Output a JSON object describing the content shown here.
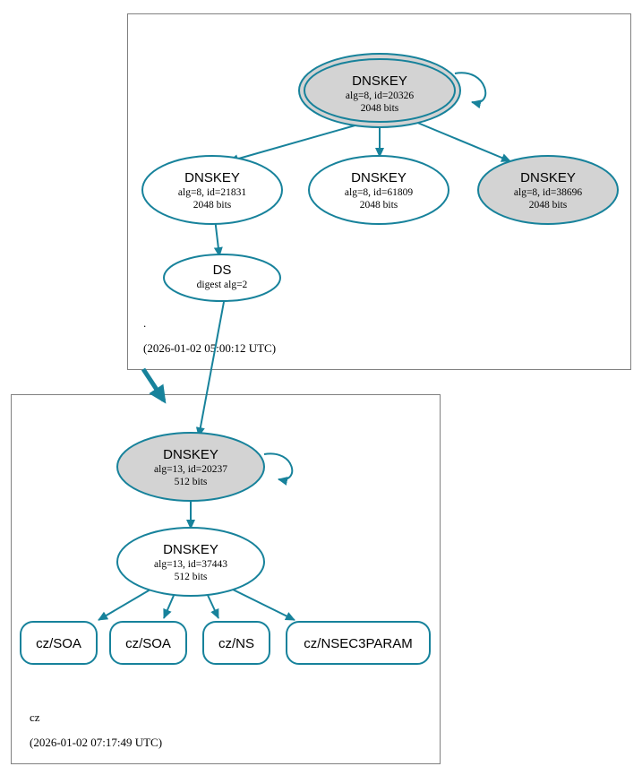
{
  "diagram": {
    "kind": "dnssec-authentication-chain",
    "colors": {
      "edge": "#17829b",
      "node_stroke": "#17829b",
      "node_fill_secure": "#d3d3d3",
      "node_fill_plain": "#ffffff",
      "zone_border": "#808080",
      "background": "#ffffff",
      "text": "#000000"
    }
  },
  "zones": [
    {
      "id": "root",
      "name": ".",
      "timestamp": "(2026-01-02 05:00:12 UTC)"
    },
    {
      "id": "cz",
      "name": "cz",
      "timestamp": "(2026-01-02 07:17:49 UTC)"
    }
  ],
  "nodes": {
    "root_ksk": {
      "title": "DNSKEY",
      "line2": "alg=8, id=20326",
      "line3": "2048 bits",
      "shape": "double-ellipse",
      "fill": "grey",
      "self_signed": true
    },
    "root_zsk_21831": {
      "title": "DNSKEY",
      "line2": "alg=8, id=21831",
      "line3": "2048 bits",
      "shape": "ellipse",
      "fill": "white",
      "self_signed": false
    },
    "root_zsk_61809": {
      "title": "DNSKEY",
      "line2": "alg=8, id=61809",
      "line3": "2048 bits",
      "shape": "ellipse",
      "fill": "white",
      "self_signed": false
    },
    "root_key_38696": {
      "title": "DNSKEY",
      "line2": "alg=8, id=38696",
      "line3": "2048 bits",
      "shape": "ellipse",
      "fill": "grey",
      "self_signed": false
    },
    "root_ds": {
      "title": "DS",
      "line2": "digest alg=2",
      "line3": "",
      "shape": "ellipse",
      "fill": "white",
      "self_signed": false
    },
    "cz_ksk": {
      "title": "DNSKEY",
      "line2": "alg=13, id=20237",
      "line3": "512 bits",
      "shape": "ellipse",
      "fill": "grey",
      "self_signed": true
    },
    "cz_zsk": {
      "title": "DNSKEY",
      "line2": "alg=13, id=37443",
      "line3": "512 bits",
      "shape": "ellipse",
      "fill": "white",
      "self_signed": false
    }
  },
  "records": [
    {
      "id": "cz_soa_1",
      "label": "cz/SOA"
    },
    {
      "id": "cz_soa_2",
      "label": "cz/SOA"
    },
    {
      "id": "cz_ns",
      "label": "cz/NS"
    },
    {
      "id": "cz_nsec3param",
      "label": "cz/NSEC3PARAM"
    }
  ],
  "edges": [
    {
      "from": "root_ksk",
      "to": "root_ksk",
      "kind": "self-signature"
    },
    {
      "from": "root_ksk",
      "to": "root_zsk_21831",
      "kind": "signature"
    },
    {
      "from": "root_ksk",
      "to": "root_zsk_61809",
      "kind": "signature"
    },
    {
      "from": "root_ksk",
      "to": "root_key_38696",
      "kind": "signature"
    },
    {
      "from": "root_zsk_21831",
      "to": "root_ds",
      "kind": "signature"
    },
    {
      "from": "root_ds",
      "to": "cz_ksk",
      "kind": "delegation"
    },
    {
      "from": "root",
      "to": "cz",
      "kind": "zone-delegation"
    },
    {
      "from": "cz_ksk",
      "to": "cz_ksk",
      "kind": "self-signature"
    },
    {
      "from": "cz_ksk",
      "to": "cz_zsk",
      "kind": "signature"
    },
    {
      "from": "cz_zsk",
      "to": "cz_soa_1",
      "kind": "signature"
    },
    {
      "from": "cz_zsk",
      "to": "cz_soa_2",
      "kind": "signature"
    },
    {
      "from": "cz_zsk",
      "to": "cz_ns",
      "kind": "signature"
    },
    {
      "from": "cz_zsk",
      "to": "cz_nsec3param",
      "kind": "signature"
    }
  ]
}
